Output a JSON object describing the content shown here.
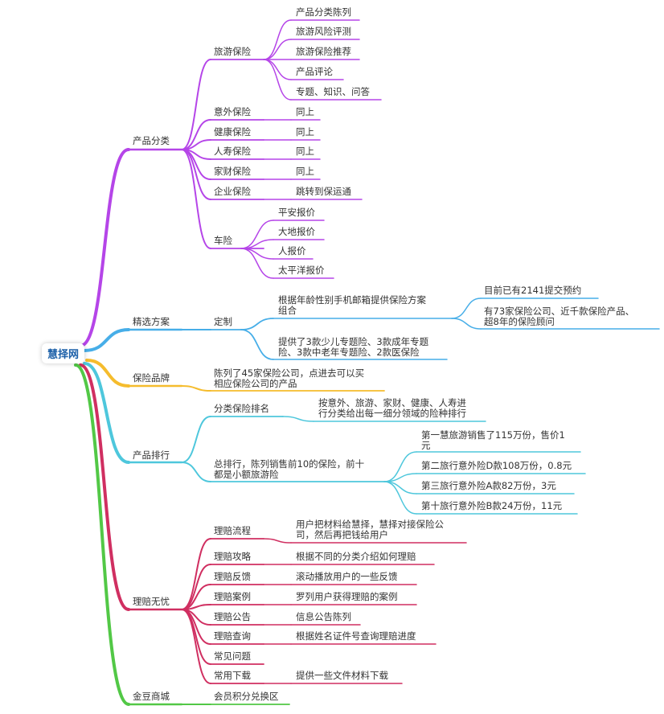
{
  "root": "慧择网",
  "colors": {
    "purple": "#b545e8",
    "blue": "#47aee8",
    "yellow": "#f5bc2d",
    "cyan": "#4ec7dc",
    "crimson": "#d02f61",
    "green": "#52c846"
  },
  "nodes": {
    "n_chanpin": "产品分类",
    "n_lvyou": "旅游保险",
    "n_l1": "产品分类陈列",
    "n_l2": "旅游风险评测",
    "n_l3": "旅游保险推荐",
    "n_l4": "产品评论",
    "n_l5": "专题、知识、问答",
    "n_yiwai": "意外保险",
    "n_yiwai_c": "同上",
    "n_jiankang": "健康保险",
    "n_jiankang_c": "同上",
    "n_renshou": "人寿保险",
    "n_renshou_c": "同上",
    "n_jiacai": "家财保险",
    "n_jiacai_c": "同上",
    "n_qiye": "企业保险",
    "n_qiye_c": "跳转到保运通",
    "n_chexian": "车险",
    "n_c1": "平安报价",
    "n_c2": "大地报价",
    "n_c3": "人报价",
    "n_c4": "太平洋报价",
    "n_jingxuan": "精选方案",
    "n_dingzhi": "定制",
    "n_dz1a": "根据年龄性别手机邮箱提供保险方案",
    "n_dz1b": "组合",
    "n_dz1_c1": "目前已有2141提交预约",
    "n_dz1_c2a": "有73家保险公司、近千款保险产品、",
    "n_dz1_c2b": "超8年的保险顾问",
    "n_dz2a": "提供了3款少儿专题险、3款成年专题",
    "n_dz2b": "险、3款中老年专题险、2款医保险",
    "n_pinpai": "保险品牌",
    "n_pinpai_ca": "陈列了45家保险公司，点进去可以买",
    "n_pinpai_cb": "相应保险公司的产品",
    "n_paihang": "产品排行",
    "n_fenlei": "分类保险排名",
    "n_fenlei_ca": "按意外、旅游、家财、健康、人寿进",
    "n_fenlei_cb": "行分类给出每一细分领域的险种排行",
    "n_zong_a": "总排行，陈列销售前10的保险，前十",
    "n_zong_b": "都是小额旅游险",
    "n_z1a": "第一慧旅游销售了115万份，售价1",
    "n_z1b": "元",
    "n_z2": "第二旅行意外险D款108万份，0.8元",
    "n_z3": "第三旅行意外险A款82万份，3元",
    "n_z4": "第十旅行意外险B款24万份，11元",
    "n_lipei": "理赔无忧",
    "n_lp1": "理赔流程",
    "n_lp1_ca": "用户把材料给慧择，慧择对接保险公",
    "n_lp1_cb": "司，然后再把钱给用户",
    "n_lp2": "理赔攻略",
    "n_lp2_c": "根据不同的分类介绍如何理赔",
    "n_lp3": "理赔反馈",
    "n_lp3_c": "滚动播放用户的一些反馈",
    "n_lp4": "理赔案例",
    "n_lp4_c": "罗列用户获得理赔的案例",
    "n_lp5": "理赔公告",
    "n_lp5_c": "信息公告陈列",
    "n_lp6": "理赔查询",
    "n_lp6_c": "根据姓名证件号查询理赔进度",
    "n_lp7": "常见问题",
    "n_lp8": "常用下载",
    "n_lp8_c": "提供一些文件材料下载",
    "n_jindou": "金豆商城",
    "n_jindou_c": "会员积分兑换区"
  }
}
